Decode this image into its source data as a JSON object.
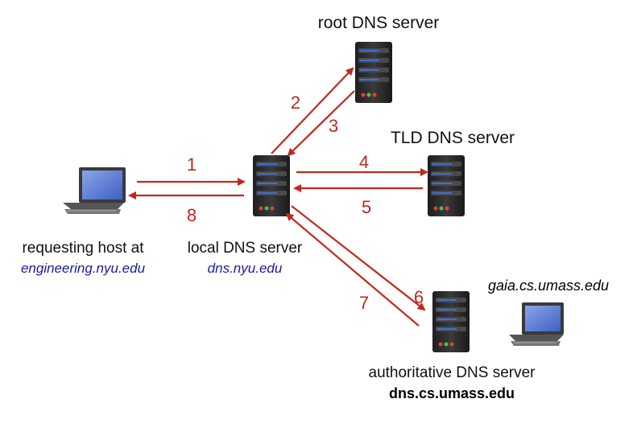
{
  "colors": {
    "arrow": "#c0281f",
    "label_blue": "#1a1aa0",
    "server_body": "#2b2b2b",
    "server_light": "#3a6fe0"
  },
  "nodes": {
    "root": {
      "title": "root DNS server",
      "icon": "server-icon"
    },
    "tld": {
      "title": "TLD DNS server",
      "icon": "server-icon"
    },
    "local": {
      "title": "local DNS server",
      "subtitle": "dns.nyu.edu",
      "icon": "server-icon"
    },
    "requesting_host": {
      "title": "requesting host at",
      "subtitle": "engineering.nyu.edu",
      "icon": "desktop-computer-icon"
    },
    "authoritative": {
      "title": "authoritative DNS server",
      "subtitle": "dns.cs.umass.edu",
      "icon": "server-icon"
    },
    "target_host": {
      "title": "gaia.cs.umass.edu",
      "icon": "desktop-computer-icon"
    }
  },
  "steps": [
    {
      "label": "1",
      "from": "requesting_host",
      "to": "local"
    },
    {
      "label": "2",
      "from": "local",
      "to": "root"
    },
    {
      "label": "3",
      "from": "root",
      "to": "local"
    },
    {
      "label": "4",
      "from": "local",
      "to": "tld"
    },
    {
      "label": "5",
      "from": "tld",
      "to": "local"
    },
    {
      "label": "6",
      "from": "local",
      "to": "authoritative"
    },
    {
      "label": "7",
      "from": "authoritative",
      "to": "local"
    },
    {
      "label": "8",
      "from": "local",
      "to": "requesting_host"
    }
  ]
}
